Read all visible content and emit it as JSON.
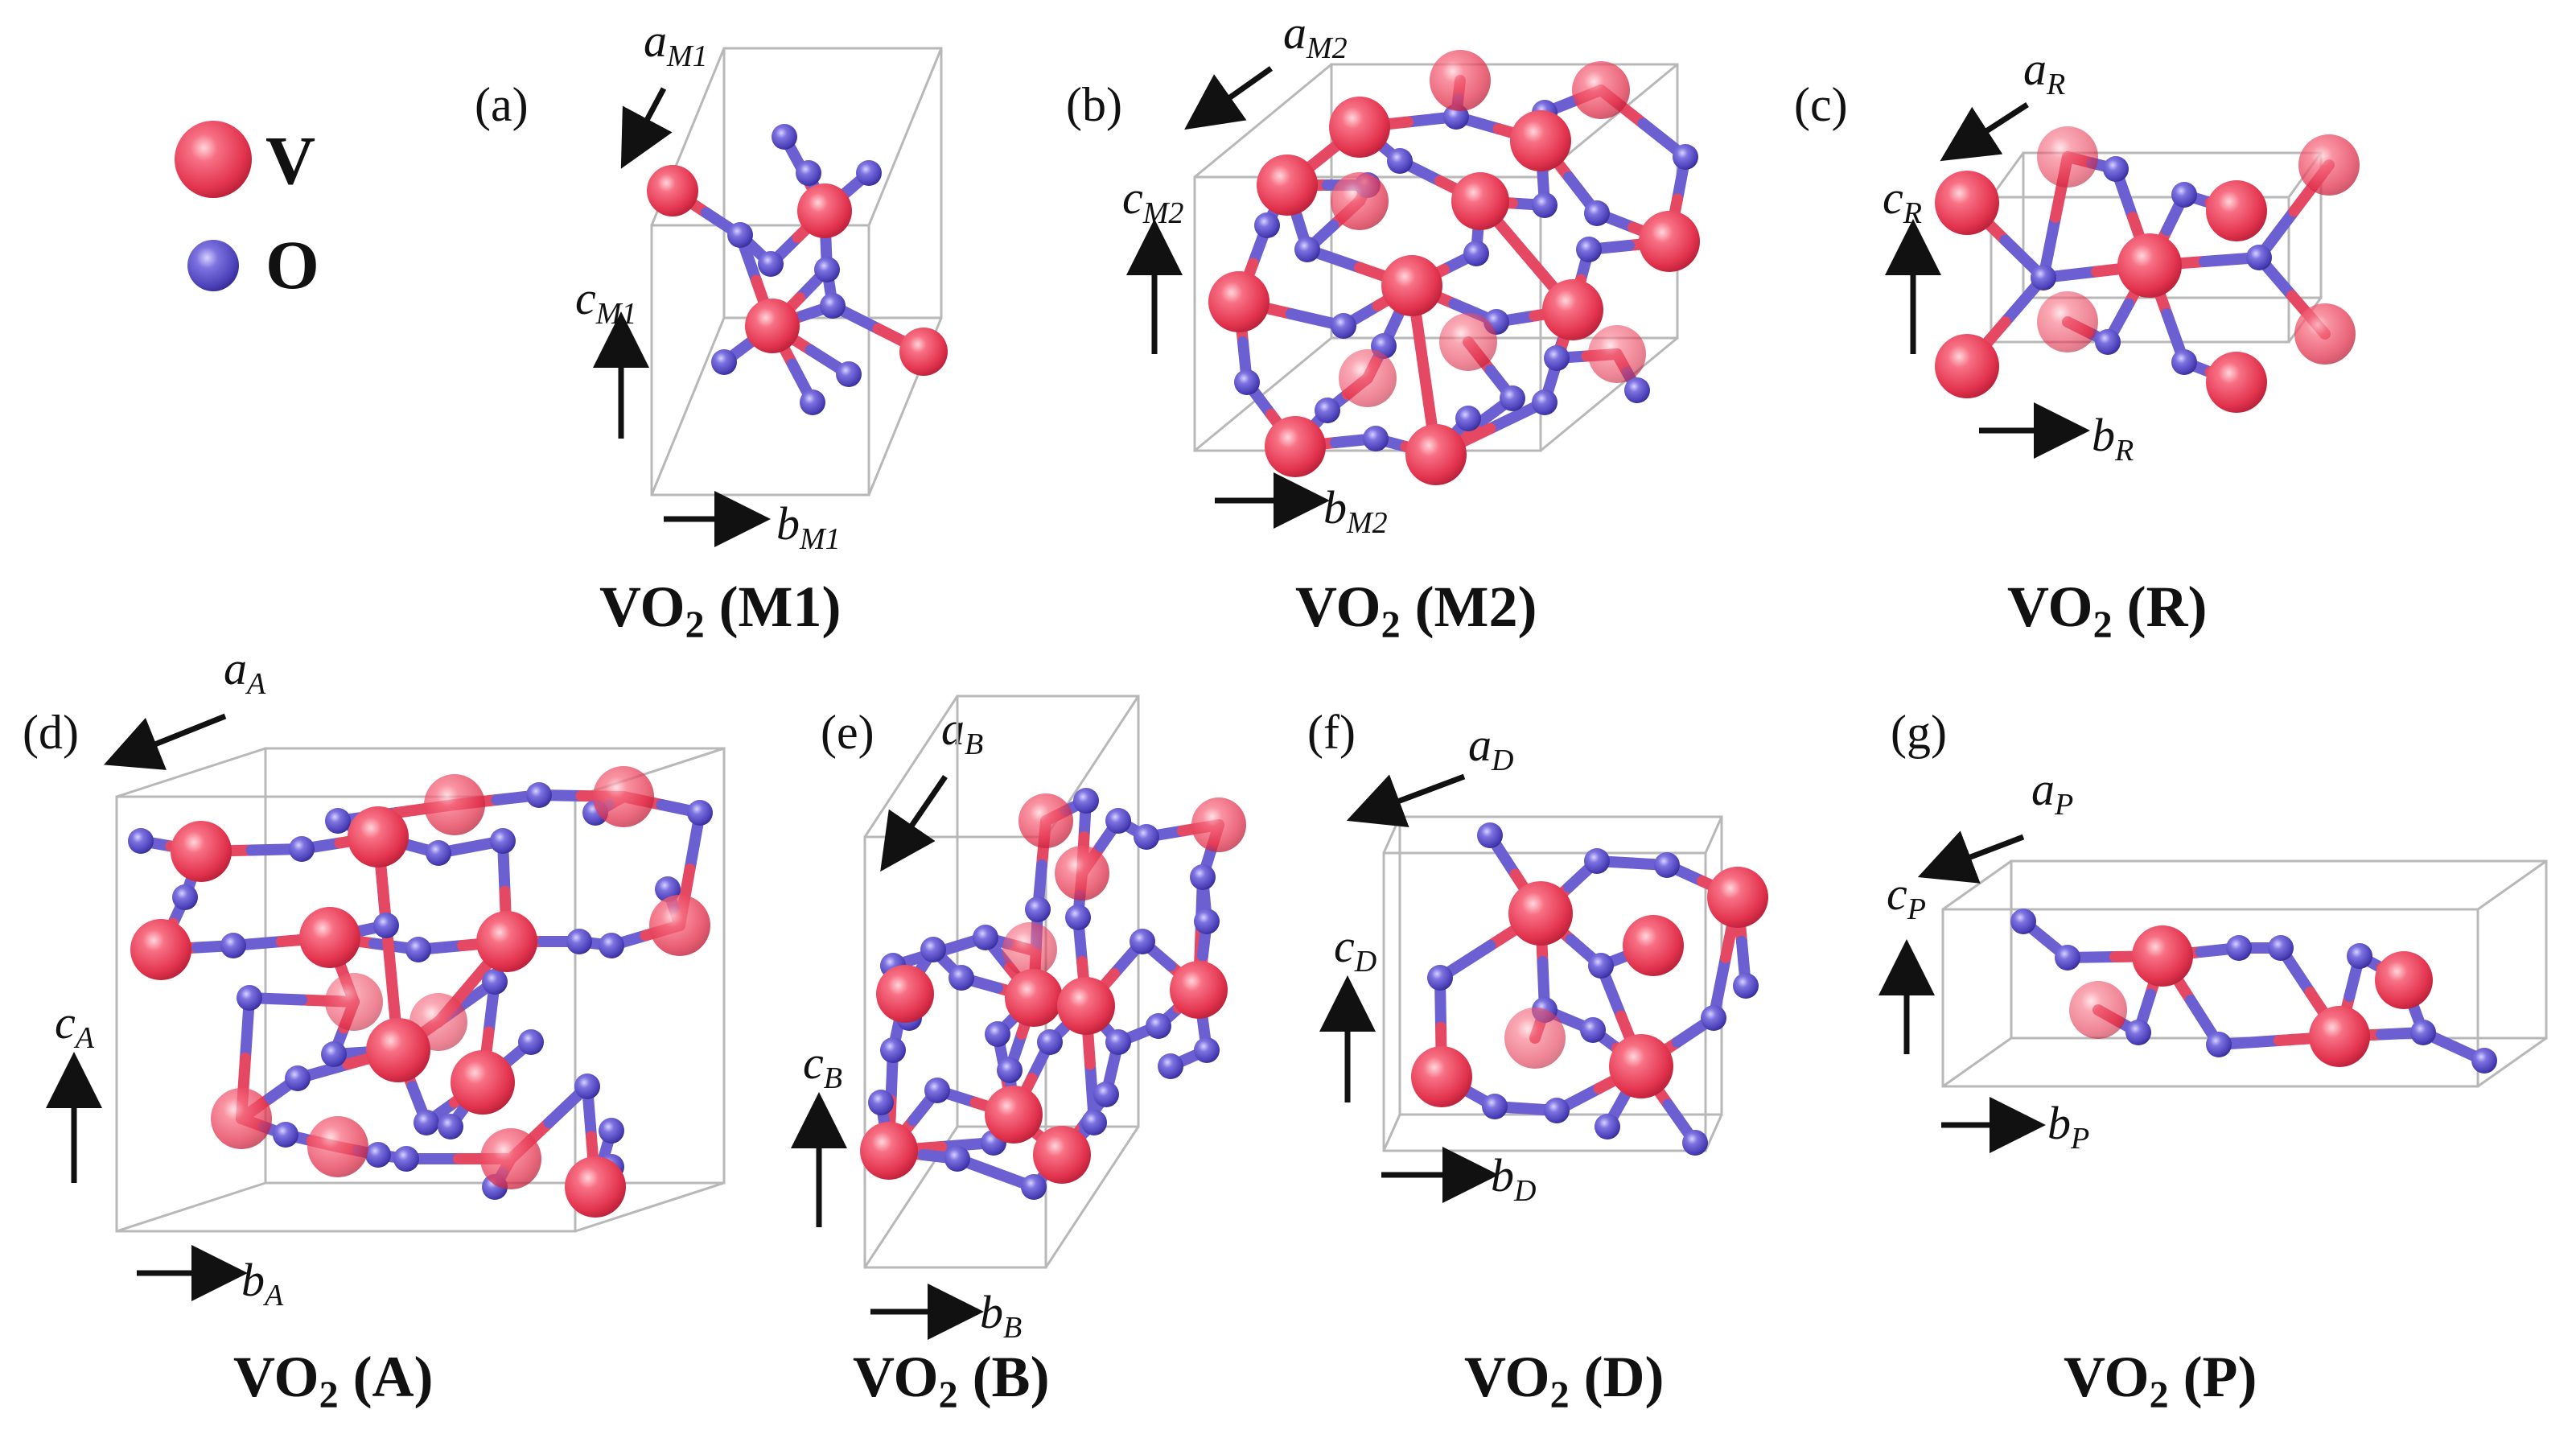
{
  "legend": [
    {
      "symbol": "V",
      "color": "#e8445e"
    },
    {
      "symbol": "O",
      "color": "#5a4fc8"
    }
  ],
  "colors": {
    "vanadium": "#e8445e",
    "oxygen": "#5a4fc8",
    "cell_edge": "#b8b8b8",
    "arrow": "#111111"
  },
  "panels": [
    {
      "label": "(a)",
      "title_base": "VO",
      "title_sub": "2",
      "title_phase": " (M1)",
      "axes": {
        "a": {
          "base": "a",
          "sub": "M1"
        },
        "b": {
          "base": "b",
          "sub": "M1"
        },
        "c": {
          "base": "c",
          "sub": "M1"
        }
      }
    },
    {
      "label": "(b)",
      "title_base": "VO",
      "title_sub": "2",
      "title_phase": " (M2)",
      "axes": {
        "a": {
          "base": "a",
          "sub": "M2"
        },
        "b": {
          "base": "b",
          "sub": "M2"
        },
        "c": {
          "base": "c",
          "sub": "M2"
        }
      }
    },
    {
      "label": "(c)",
      "title_base": "VO",
      "title_sub": "2",
      "title_phase": " (R)",
      "axes": {
        "a": {
          "base": "a",
          "sub": "R"
        },
        "b": {
          "base": "b",
          "sub": "R"
        },
        "c": {
          "base": "c",
          "sub": "R"
        }
      }
    },
    {
      "label": "(d)",
      "title_base": "VO",
      "title_sub": "2",
      "title_phase": " (A)",
      "axes": {
        "a": {
          "base": "a",
          "sub": "A"
        },
        "b": {
          "base": "b",
          "sub": "A"
        },
        "c": {
          "base": "c",
          "sub": "A"
        }
      }
    },
    {
      "label": "(e)",
      "title_base": "VO",
      "title_sub": "2",
      "title_phase": " (B)",
      "axes": {
        "a": {
          "base": "a",
          "sub": "B"
        },
        "b": {
          "base": "b",
          "sub": "B"
        },
        "c": {
          "base": "c",
          "sub": "B"
        }
      }
    },
    {
      "label": "(f)",
      "title_base": "VO",
      "title_sub": "2",
      "title_phase": " (D)",
      "axes": {
        "a": {
          "base": "a",
          "sub": "D"
        },
        "b": {
          "base": "b",
          "sub": "D"
        },
        "c": {
          "base": "c",
          "sub": "D"
        }
      }
    },
    {
      "label": "(g)",
      "title_base": "VO",
      "title_sub": "2",
      "title_phase": " (P)",
      "axes": {
        "a": {
          "base": "a",
          "sub": "P"
        },
        "b": {
          "base": "b",
          "sub": "P"
        },
        "c": {
          "base": "c",
          "sub": "P"
        }
      }
    }
  ]
}
